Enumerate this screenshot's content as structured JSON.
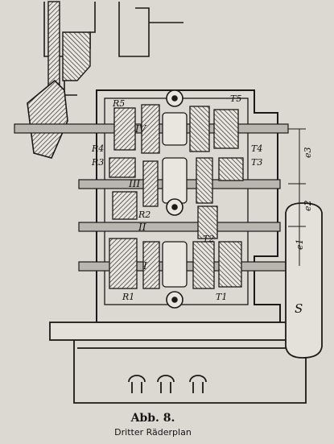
{
  "figure": {
    "caption_number": "Abb. 8.",
    "caption_title": "Dritter Räderplan"
  },
  "labels": {
    "shaft_IV": "IV",
    "shaft_III": "III",
    "shaft_II": "II",
    "shaft_I": "I",
    "r5": "R5",
    "t5": "T5",
    "r4": "R4",
    "t4": "T4",
    "r3": "R3",
    "t3": "T3",
    "r2": "R2",
    "t2": "T2",
    "r1": "R1",
    "t1": "T1",
    "e3": "e3",
    "e2": "e2",
    "e1": "e1",
    "s": "S"
  },
  "colors": {
    "ink": "#1a1a1a",
    "paper": "#dcd9d3",
    "shaft": "#b9b6b0"
  }
}
